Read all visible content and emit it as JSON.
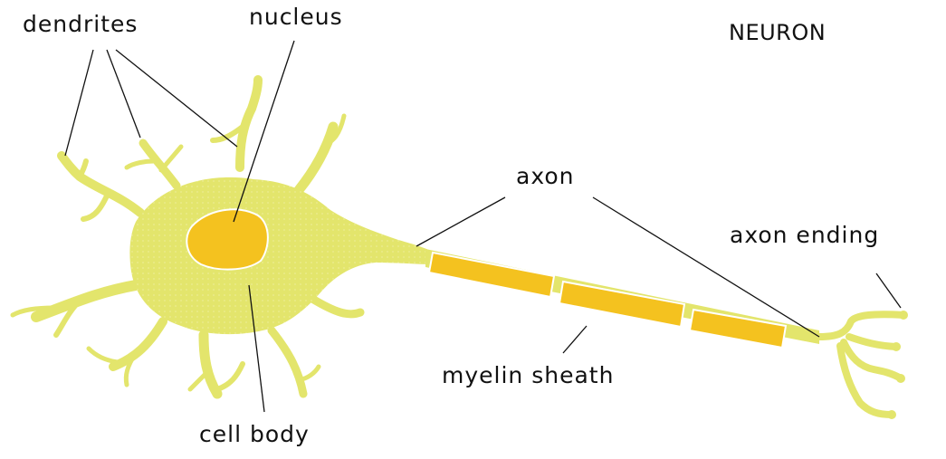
{
  "title": "NEURON",
  "labels": {
    "dendrites": "dendrites",
    "nucleus": "nucleus",
    "axon": "axon",
    "axon_ending": "axon ending",
    "myelin_sheath": "myelin sheath",
    "cell_body": "cell body"
  },
  "colors": {
    "cell": "#e3e56c",
    "nucleus": "#f4c21f",
    "myelin": "#f4c21f",
    "line": "#111111"
  }
}
